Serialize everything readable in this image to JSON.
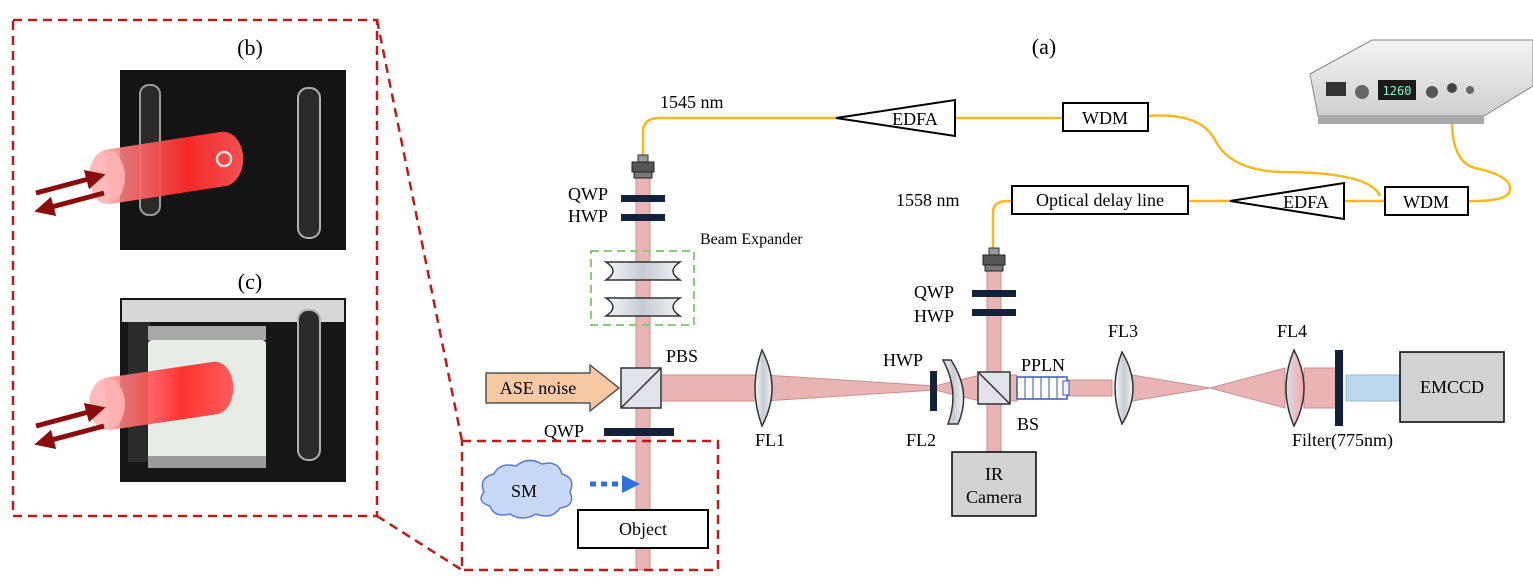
{
  "panel_labels": {
    "a": "(a)",
    "b": "(b)",
    "c": "(c)"
  },
  "wavelengths": {
    "signal": "1545 nm",
    "pump": "1558 nm"
  },
  "components": {
    "edfa_top": "EDFA",
    "edfa_bottom": "EDFA",
    "wdm_top": "WDM",
    "wdm_right": "WDM",
    "delay_line": "Optical delay line",
    "qwp_left": "QWP",
    "hwp_left": "HWP",
    "beam_expander": "Beam Expander",
    "pbs": "PBS",
    "ase_noise": "ASE noise",
    "qwp_object": "QWP",
    "sm": "SM",
    "object": "Object",
    "fl1": "FL1",
    "hwp_mid": "HWP",
    "fl2": "FL2",
    "qwp_right": "QWP",
    "hwp_right": "HWP",
    "ppln": "PPLN",
    "bs": "BS",
    "ir_camera_line1": "IR",
    "ir_camera_line2": "Camera",
    "fl3": "FL3",
    "fl4": "FL4",
    "filter": "Filter(775nm)",
    "emccd": "EMCCD"
  },
  "laser_display": "1260",
  "colors": {
    "fiber": "#f5b820",
    "beam": "#e8b4b4",
    "beam_edge": "#c88",
    "upconverted": "#bcd8ec",
    "dashed_red": "#b81d1d",
    "dashed_green": "#8cc97a",
    "ase_fill": "#f6c8a4",
    "sm_fill": "#c8d8f8",
    "arrow_blue": "#2f6fe0",
    "gray_box": "#d3d3d3"
  }
}
